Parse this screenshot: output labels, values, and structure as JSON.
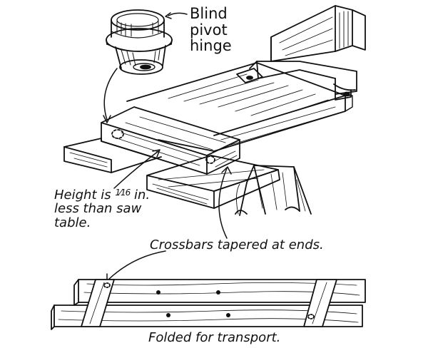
{
  "labels": {
    "hinge_line1": "Blind",
    "hinge_line2": "pivot",
    "hinge_line3": "hinge",
    "height_prefix": "Height is ",
    "height_fraction": "1⁄16",
    "height_suffix": " in.",
    "height_line2": "less than saw",
    "height_line3": "table.",
    "taper": "Crossbars tapered at ends.",
    "folded": "Folded for transport."
  },
  "colors": {
    "ink": "#111111",
    "background": "#ffffff"
  }
}
